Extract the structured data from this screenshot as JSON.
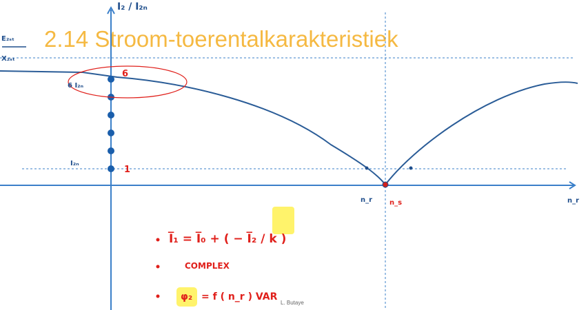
{
  "title": "2.14 Stroom-toerentalkarakteristiek",
  "y_axis_label": "I₂ / I₂ₙ",
  "ratio_label": {
    "numerator": "E₂ₛₜ",
    "denominator": "X₂ₛₜ"
  },
  "marker_6_left": "6 I₂ₙ",
  "marker_6_right": "6",
  "marker_1_left": "I₂ₙ",
  "marker_1_right": "1",
  "x_axis_label": "n_r",
  "nr_label": "n_r",
  "ns_label": "n_s",
  "formula_1": "I̅₁ = I̅₀ + ( − I̅₂ / k )",
  "formula_2": "COMPLEX",
  "formula_3_phi": "φ₂",
  "formula_3_rest": "= f ( n_r )  VAR",
  "author": "L. Butaye",
  "colors": {
    "curve": "#2a5c97",
    "axes": "#3a7fc9",
    "handwriting": "#e0201b",
    "title": "#f5b942",
    "highlight": "#fff36b"
  }
}
